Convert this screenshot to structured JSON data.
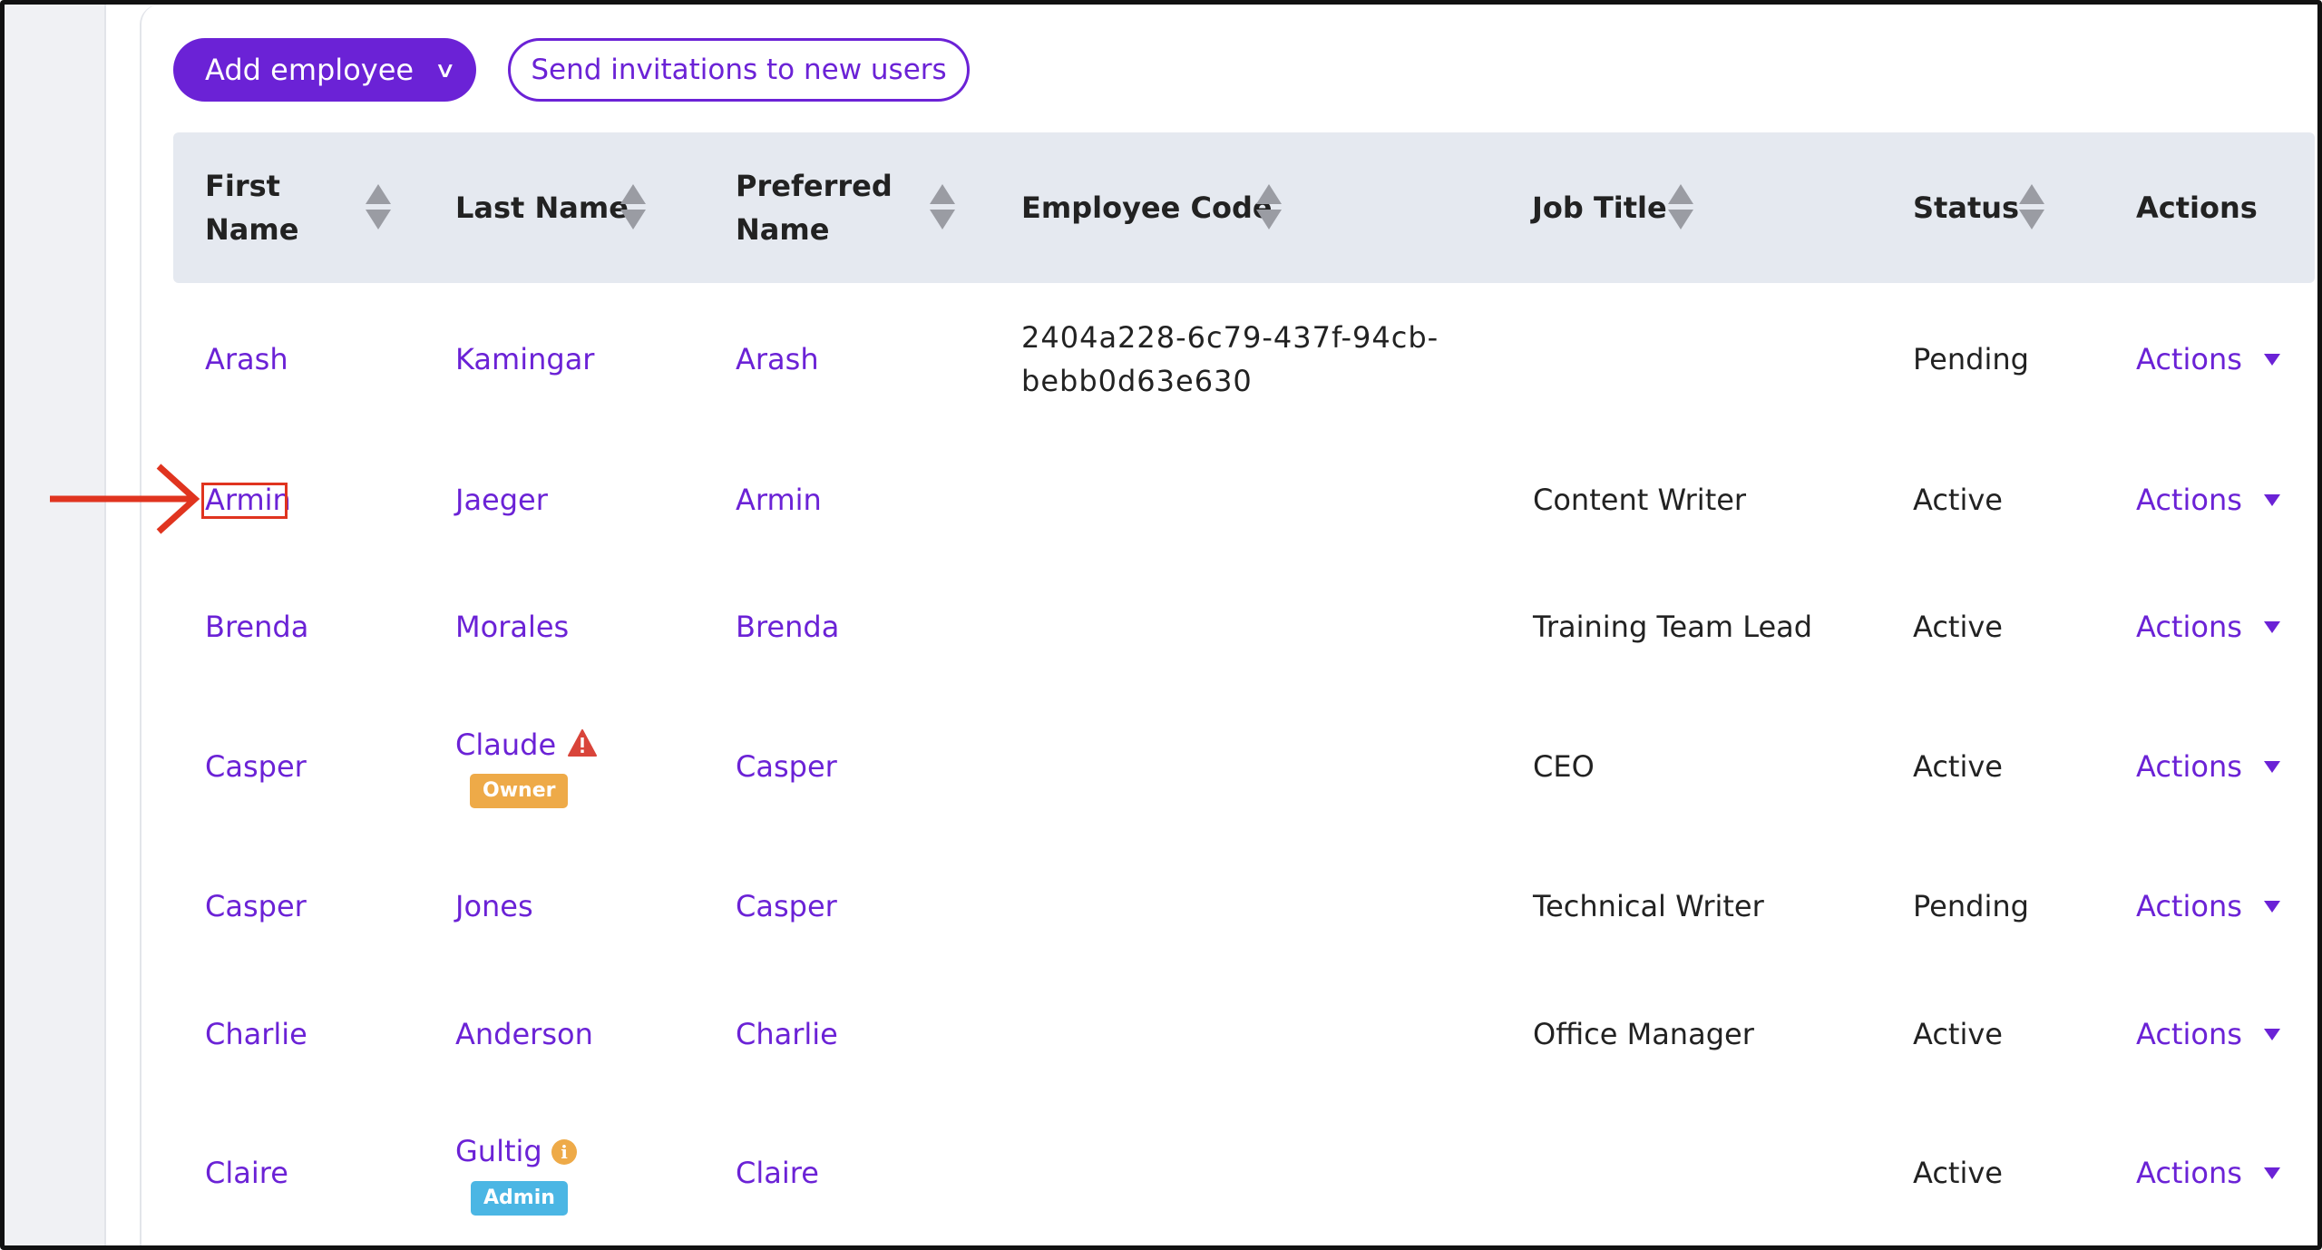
{
  "toolbar": {
    "add_employee_label": "Add employee",
    "add_employee_chevron": "∨",
    "send_invitations_label": "Send invitations to new users"
  },
  "table": {
    "headers": {
      "first_name": [
        "First",
        "Name"
      ],
      "last_name": "Last Name",
      "preferred_name": [
        "Preferred",
        "Name"
      ],
      "employee_code": "Employee Code",
      "job_title": "Job Title",
      "status": "Status",
      "actions": "Actions"
    },
    "rows": [
      {
        "first": "Arash",
        "last": "Kamingar",
        "preferred": "Arash",
        "code": "2404a228-6c79-437f-94cb-bebb0d63e630",
        "job": "",
        "status": "Pending",
        "actions": "Actions"
      },
      {
        "first": "Armin",
        "last": "Jaeger",
        "preferred": "Armin",
        "code": "",
        "job": "Content Writer",
        "status": "Active",
        "actions": "Actions"
      },
      {
        "first": "Brenda",
        "last": "Morales",
        "preferred": "Brenda",
        "code": "",
        "job": "Training Team Lead",
        "status": "Active",
        "actions": "Actions"
      },
      {
        "first": "Casper",
        "last": "Claude",
        "preferred": "Casper",
        "code": "",
        "job": "CEO",
        "status": "Active",
        "actions": "Actions",
        "badge": "Owner",
        "icon": "warning-icon"
      },
      {
        "first": "Casper",
        "last": "Jones",
        "preferred": "Casper",
        "code": "",
        "job": "Technical Writer",
        "status": "Pending",
        "actions": "Actions"
      },
      {
        "first": "Charlie",
        "last": "Anderson",
        "preferred": "Charlie",
        "code": "",
        "job": "Office Manager",
        "status": "Active",
        "actions": "Actions"
      },
      {
        "first": "Claire",
        "last": "Gultig",
        "preferred": "Claire",
        "code": "",
        "job": "",
        "status": "Active",
        "actions": "Actions",
        "badge": "Admin",
        "icon": "info-icon",
        "info_glyph": "i"
      }
    ]
  },
  "annotation": {
    "highlighted_element": "Armin",
    "arrow_color": "#e0341f"
  },
  "colors": {
    "accent": "#6b22d6",
    "header_bg": "#e5e9f0",
    "owner_badge": "#eeaa48",
    "admin_badge": "#4bb6e4",
    "warning": "#d9443a"
  }
}
